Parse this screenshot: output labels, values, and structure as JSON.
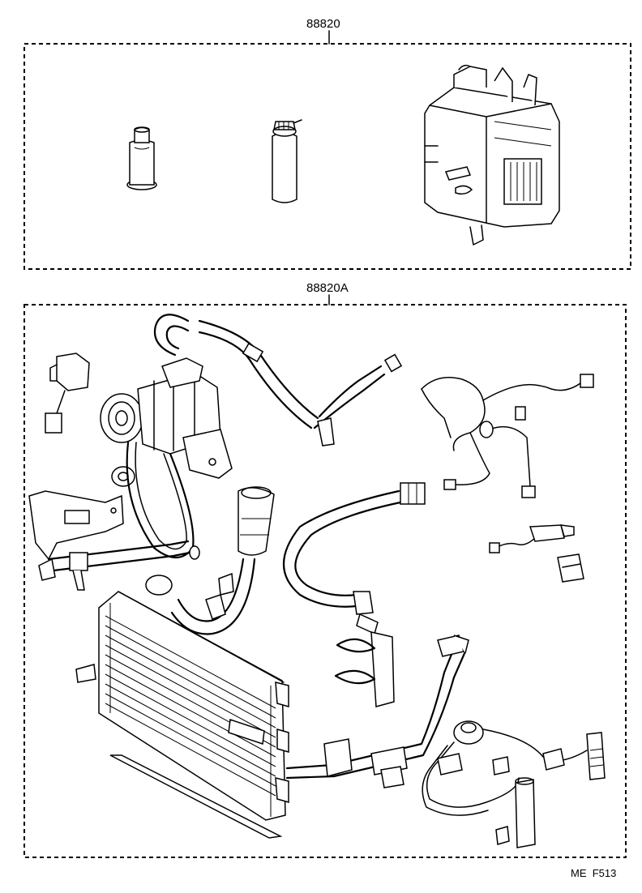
{
  "top_group": {
    "part_number": "88820"
  },
  "bottom_group": {
    "part_number": "88820A"
  },
  "footer": {
    "code": "ME  F513"
  }
}
